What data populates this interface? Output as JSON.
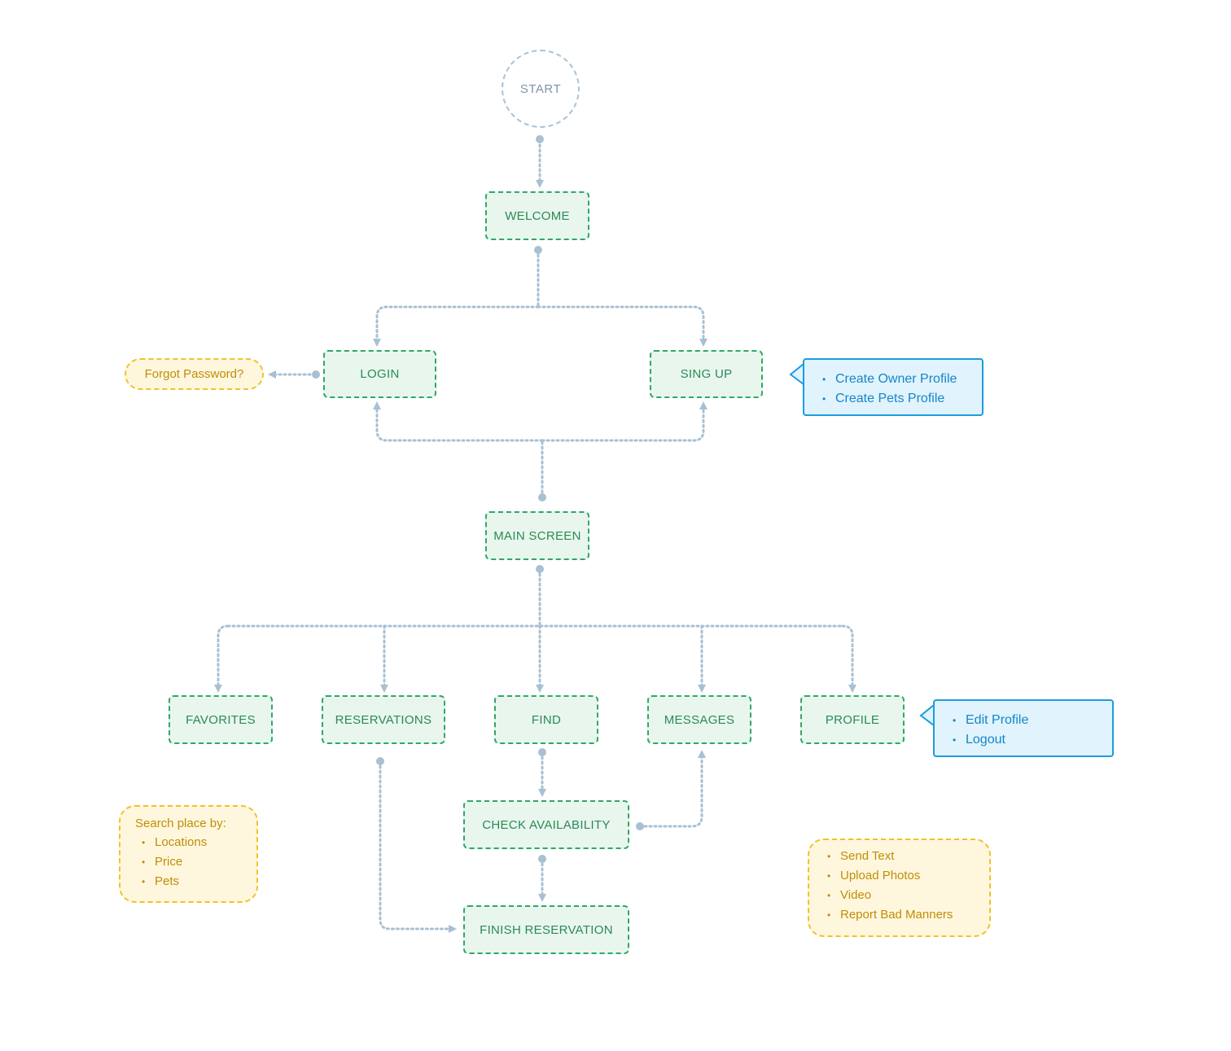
{
  "nodes": {
    "start": "START",
    "welcome": "WELCOME",
    "login": "LOGIN",
    "signup": "SING UP",
    "main_screen": "MAIN SCREEN",
    "favorites": "FAVORITES",
    "reservations": "RESERVATIONS",
    "find": "FIND",
    "messages": "MESSAGES",
    "profile": "PROFILE",
    "check_availability": "CHECK AVAILABILITY",
    "finish_reservation": "FINISH RESERVATION"
  },
  "notes": {
    "forgot_password": "Forgot Password?",
    "signup_callout": [
      "Create Owner Profile",
      "Create Pets Profile"
    ],
    "profile_callout": [
      "Edit Profile",
      "Logout"
    ],
    "search_title": "Search place by:",
    "search_items": [
      "Locations",
      "Price",
      "Pets"
    ],
    "messages_items": [
      "Send Text",
      "Upload Photos",
      "Video",
      "Report Bad Manners"
    ]
  },
  "colors": {
    "node_fill": "#e8f6ee",
    "node_border": "#2fa866",
    "connector": "#a8c0d3",
    "note_yellow": "#f0c22c",
    "callout_blue": "#1d9ce0"
  }
}
